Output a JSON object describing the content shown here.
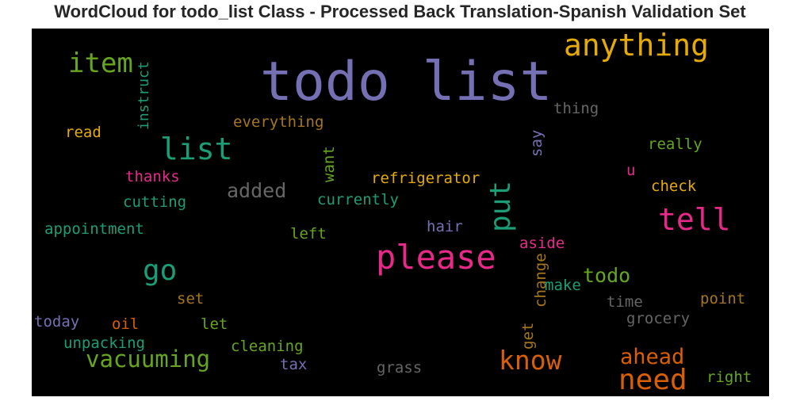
{
  "title": "WordCloud for todo_list Class - Processed Back Translation-Spanish Validation Set",
  "colors": {
    "purple": "#7570b3",
    "pink": "#e7298a",
    "teal": "#1b9e77",
    "green": "#66a61e",
    "orange": "#d95f02",
    "gold": "#e6ab02",
    "brown": "#a6761d",
    "gray": "#666666"
  },
  "words": [
    {
      "text": "todo list",
      "color": "purple"
    },
    {
      "text": "anything",
      "color": "gold"
    },
    {
      "text": "item",
      "color": "green"
    },
    {
      "text": "instruct",
      "color": "teal"
    },
    {
      "text": "thing",
      "color": "gray"
    },
    {
      "text": "read",
      "color": "gold"
    },
    {
      "text": "everything",
      "color": "brown"
    },
    {
      "text": "list",
      "color": "teal"
    },
    {
      "text": "say",
      "color": "purple"
    },
    {
      "text": "really",
      "color": "green"
    },
    {
      "text": "want",
      "color": "green"
    },
    {
      "text": "thanks",
      "color": "pink"
    },
    {
      "text": "u",
      "color": "pink"
    },
    {
      "text": "refrigerator",
      "color": "gold"
    },
    {
      "text": "added",
      "color": "gray"
    },
    {
      "text": "check",
      "color": "gold"
    },
    {
      "text": "put",
      "color": "teal"
    },
    {
      "text": "cutting",
      "color": "teal"
    },
    {
      "text": "currently",
      "color": "teal"
    },
    {
      "text": "tell",
      "color": "pink"
    },
    {
      "text": "appointment",
      "color": "teal"
    },
    {
      "text": "hair",
      "color": "purple"
    },
    {
      "text": "left",
      "color": "green"
    },
    {
      "text": "please",
      "color": "pink"
    },
    {
      "text": "aside",
      "color": "pink"
    },
    {
      "text": "go",
      "color": "teal"
    },
    {
      "text": "change",
      "color": "brown"
    },
    {
      "text": "todo",
      "color": "green"
    },
    {
      "text": "make",
      "color": "teal"
    },
    {
      "text": "set",
      "color": "brown"
    },
    {
      "text": "time",
      "color": "gray"
    },
    {
      "text": "point",
      "color": "brown"
    },
    {
      "text": "today",
      "color": "purple"
    },
    {
      "text": "oil",
      "color": "orange"
    },
    {
      "text": "let",
      "color": "green"
    },
    {
      "text": "grocery",
      "color": "gray"
    },
    {
      "text": "get",
      "color": "brown"
    },
    {
      "text": "unpacking",
      "color": "teal"
    },
    {
      "text": "cleaning",
      "color": "green"
    },
    {
      "text": "vacuuming",
      "color": "green"
    },
    {
      "text": "know",
      "color": "orange"
    },
    {
      "text": "ahead",
      "color": "orange"
    },
    {
      "text": "tax",
      "color": "purple"
    },
    {
      "text": "grass",
      "color": "gray"
    },
    {
      "text": "need",
      "color": "orange"
    },
    {
      "text": "right",
      "color": "green"
    }
  ]
}
